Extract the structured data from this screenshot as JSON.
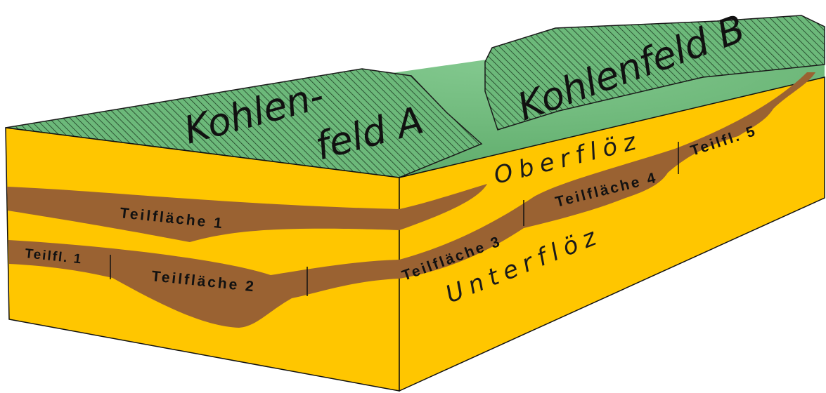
{
  "colors": {
    "ground_surface": "#6cb97a",
    "coal_field_hatch": "#1f3d24",
    "rock_layer": "#ffc600",
    "coal_seam": "#9a6232",
    "outline": "#111111"
  },
  "coal_fields": [
    {
      "id": "A",
      "label_line1": "Kohlen-",
      "label_line2": "feld A"
    },
    {
      "id": "B",
      "label": "Kohlenfeld B"
    }
  ],
  "seams": {
    "upper": {
      "name": "Oberflöz"
    },
    "lower": {
      "name": "Unterflöz"
    }
  },
  "sub_areas": [
    {
      "key": "front_upper_1",
      "label": "Teilfläche 1"
    },
    {
      "key": "front_lower_1",
      "label": "Teilfl. 1"
    },
    {
      "key": "front_lower_2",
      "label": "Teilfläche 2"
    },
    {
      "key": "side_3",
      "label": "Teilfläche 3"
    },
    {
      "key": "side_4",
      "label": "Teilfläche 4"
    },
    {
      "key": "side_5",
      "label": "Teilfl. 5"
    }
  ]
}
